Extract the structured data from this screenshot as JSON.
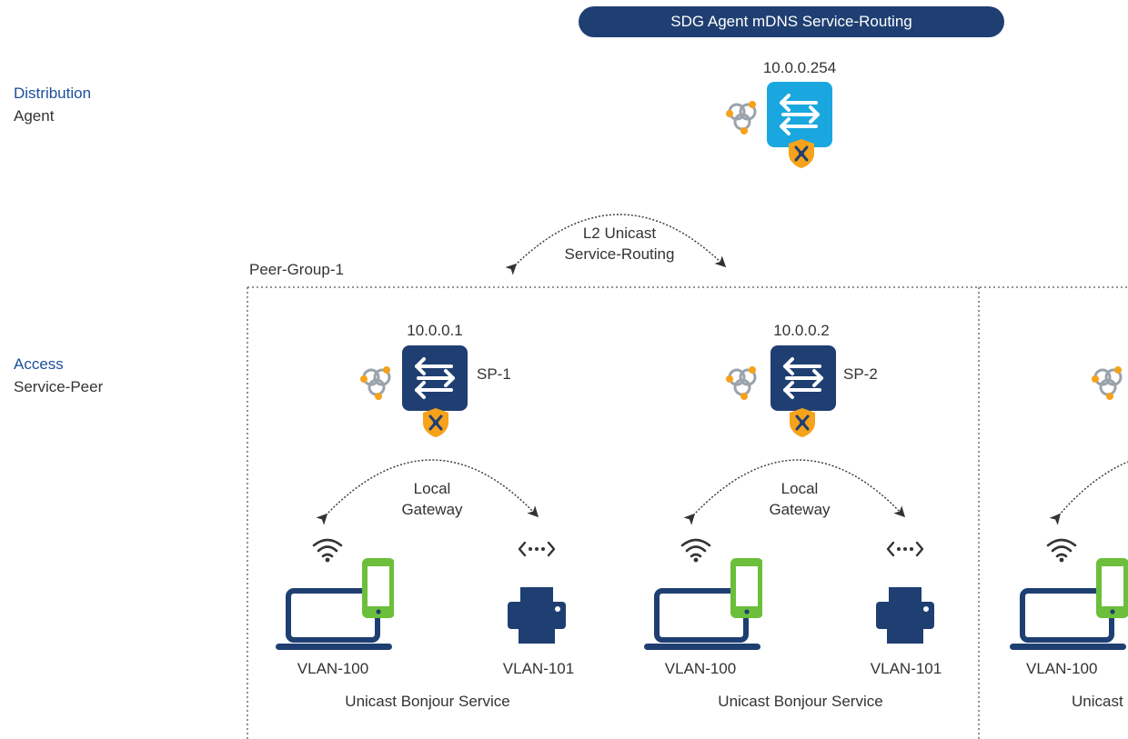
{
  "banner": "SDG Agent mDNS Service-Routing",
  "tiers": {
    "distribution": {
      "title": "Distribution",
      "role": "Agent"
    },
    "access": {
      "title": "Access",
      "role": "Service-Peer"
    }
  },
  "agent": {
    "ip": "10.0.0.254"
  },
  "l2_link": {
    "line1": "L2 Unicast",
    "line2": "Service-Routing"
  },
  "peer_group": {
    "label": "Peer-Group-1"
  },
  "peers": [
    {
      "ip": "10.0.0.1",
      "name": "SP-1",
      "gw_line1": "Local",
      "gw_line2": "Gateway",
      "vlan_left": "VLAN-100",
      "vlan_right": "VLAN-101",
      "service": "Unicast Bonjour Service"
    },
    {
      "ip": "10.0.0.2",
      "name": "SP-2",
      "gw_line1": "Local",
      "gw_line2": "Gateway",
      "vlan_left": "VLAN-100",
      "vlan_right": "VLAN-101",
      "service": "Unicast Bonjour Service"
    }
  ],
  "partial_peer": {
    "vlan_left": "VLAN-100",
    "service_fragment": "Unicast"
  },
  "colors": {
    "navy": "#1f3f72",
    "switch_blue": "#1aa7e0",
    "orange": "#f6a21a",
    "green": "#6bbf3a",
    "tier_text": "#1d4f9a",
    "text": "#333333"
  }
}
